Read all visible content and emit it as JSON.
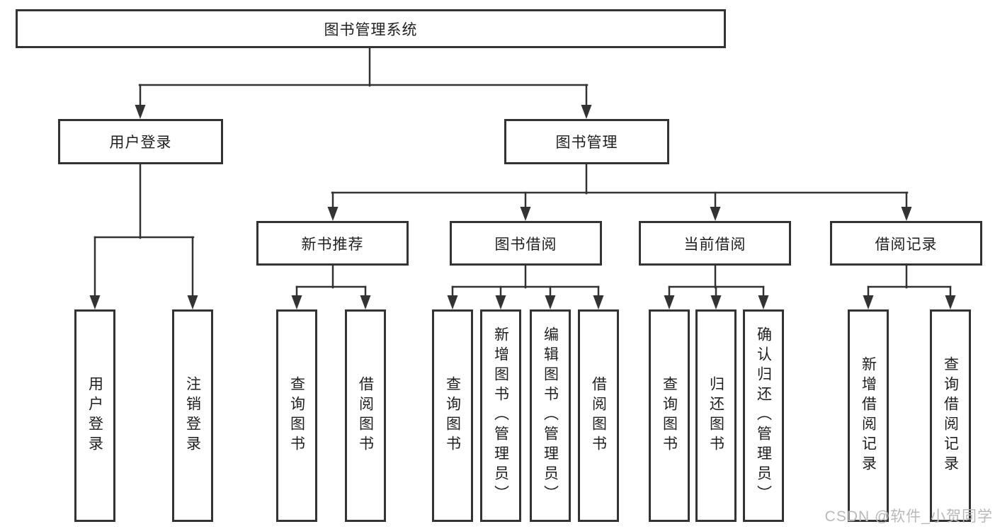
{
  "colors": {
    "background": "#ffffff",
    "box_border": "#333333",
    "line": "#333333",
    "text": "#1f1f1f",
    "watermark": "#b9b9b9"
  },
  "watermark": {
    "text": "CSDN @软件_小贺同学"
  },
  "diagram": {
    "type": "hierarchy-tree",
    "root": {
      "label": "图书管理系统"
    },
    "branches": [
      {
        "label": "用户登录",
        "children": [
          {
            "label": "用户登录"
          },
          {
            "label": "注销登录"
          }
        ]
      },
      {
        "label": "图书管理",
        "children": [
          {
            "label": "新书推荐",
            "children": [
              {
                "label": "查询图书"
              },
              {
                "label": "借阅图书"
              }
            ]
          },
          {
            "label": "图书借阅",
            "children": [
              {
                "label": "查询图书"
              },
              {
                "label": "新增图书（管理员）"
              },
              {
                "label": "编辑图书（管理员）"
              },
              {
                "label": "借阅图书"
              }
            ]
          },
          {
            "label": "当前借阅",
            "children": [
              {
                "label": "查询图书"
              },
              {
                "label": "归还图书"
              },
              {
                "label": "确认归还（管理员）"
              }
            ]
          },
          {
            "label": "借阅记录",
            "children": [
              {
                "label": "新增借阅记录"
              },
              {
                "label": "查询借阅记录"
              }
            ]
          }
        ]
      }
    ]
  }
}
